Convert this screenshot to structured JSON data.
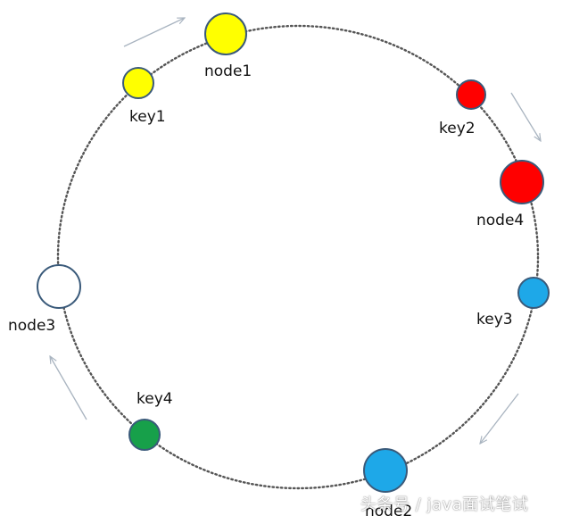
{
  "ring": {
    "nodes": [
      {
        "id": "node1",
        "label": "node1",
        "color": "#ffff00",
        "kind": "node"
      },
      {
        "id": "node2",
        "label": "node2",
        "color": "#1ea8e8",
        "kind": "node"
      },
      {
        "id": "node3",
        "label": "node3",
        "color": "#ffffff",
        "kind": "node"
      },
      {
        "id": "node4",
        "label": "node4",
        "color": "#ff0000",
        "kind": "node"
      }
    ],
    "keys": [
      {
        "id": "key1",
        "label": "key1",
        "color": "#ffff00",
        "kind": "key"
      },
      {
        "id": "key2",
        "label": "key2",
        "color": "#ff0000",
        "kind": "key"
      },
      {
        "id": "key3",
        "label": "key3",
        "color": "#1ea8e8",
        "kind": "key"
      },
      {
        "id": "key4",
        "label": "key4",
        "color": "#17a04a",
        "kind": "key"
      }
    ],
    "ring_color": "#555555",
    "arrow_color": "#a9b4c0",
    "direction": "clockwise"
  },
  "watermark": {
    "text": "头条号 / java面试笔试"
  }
}
